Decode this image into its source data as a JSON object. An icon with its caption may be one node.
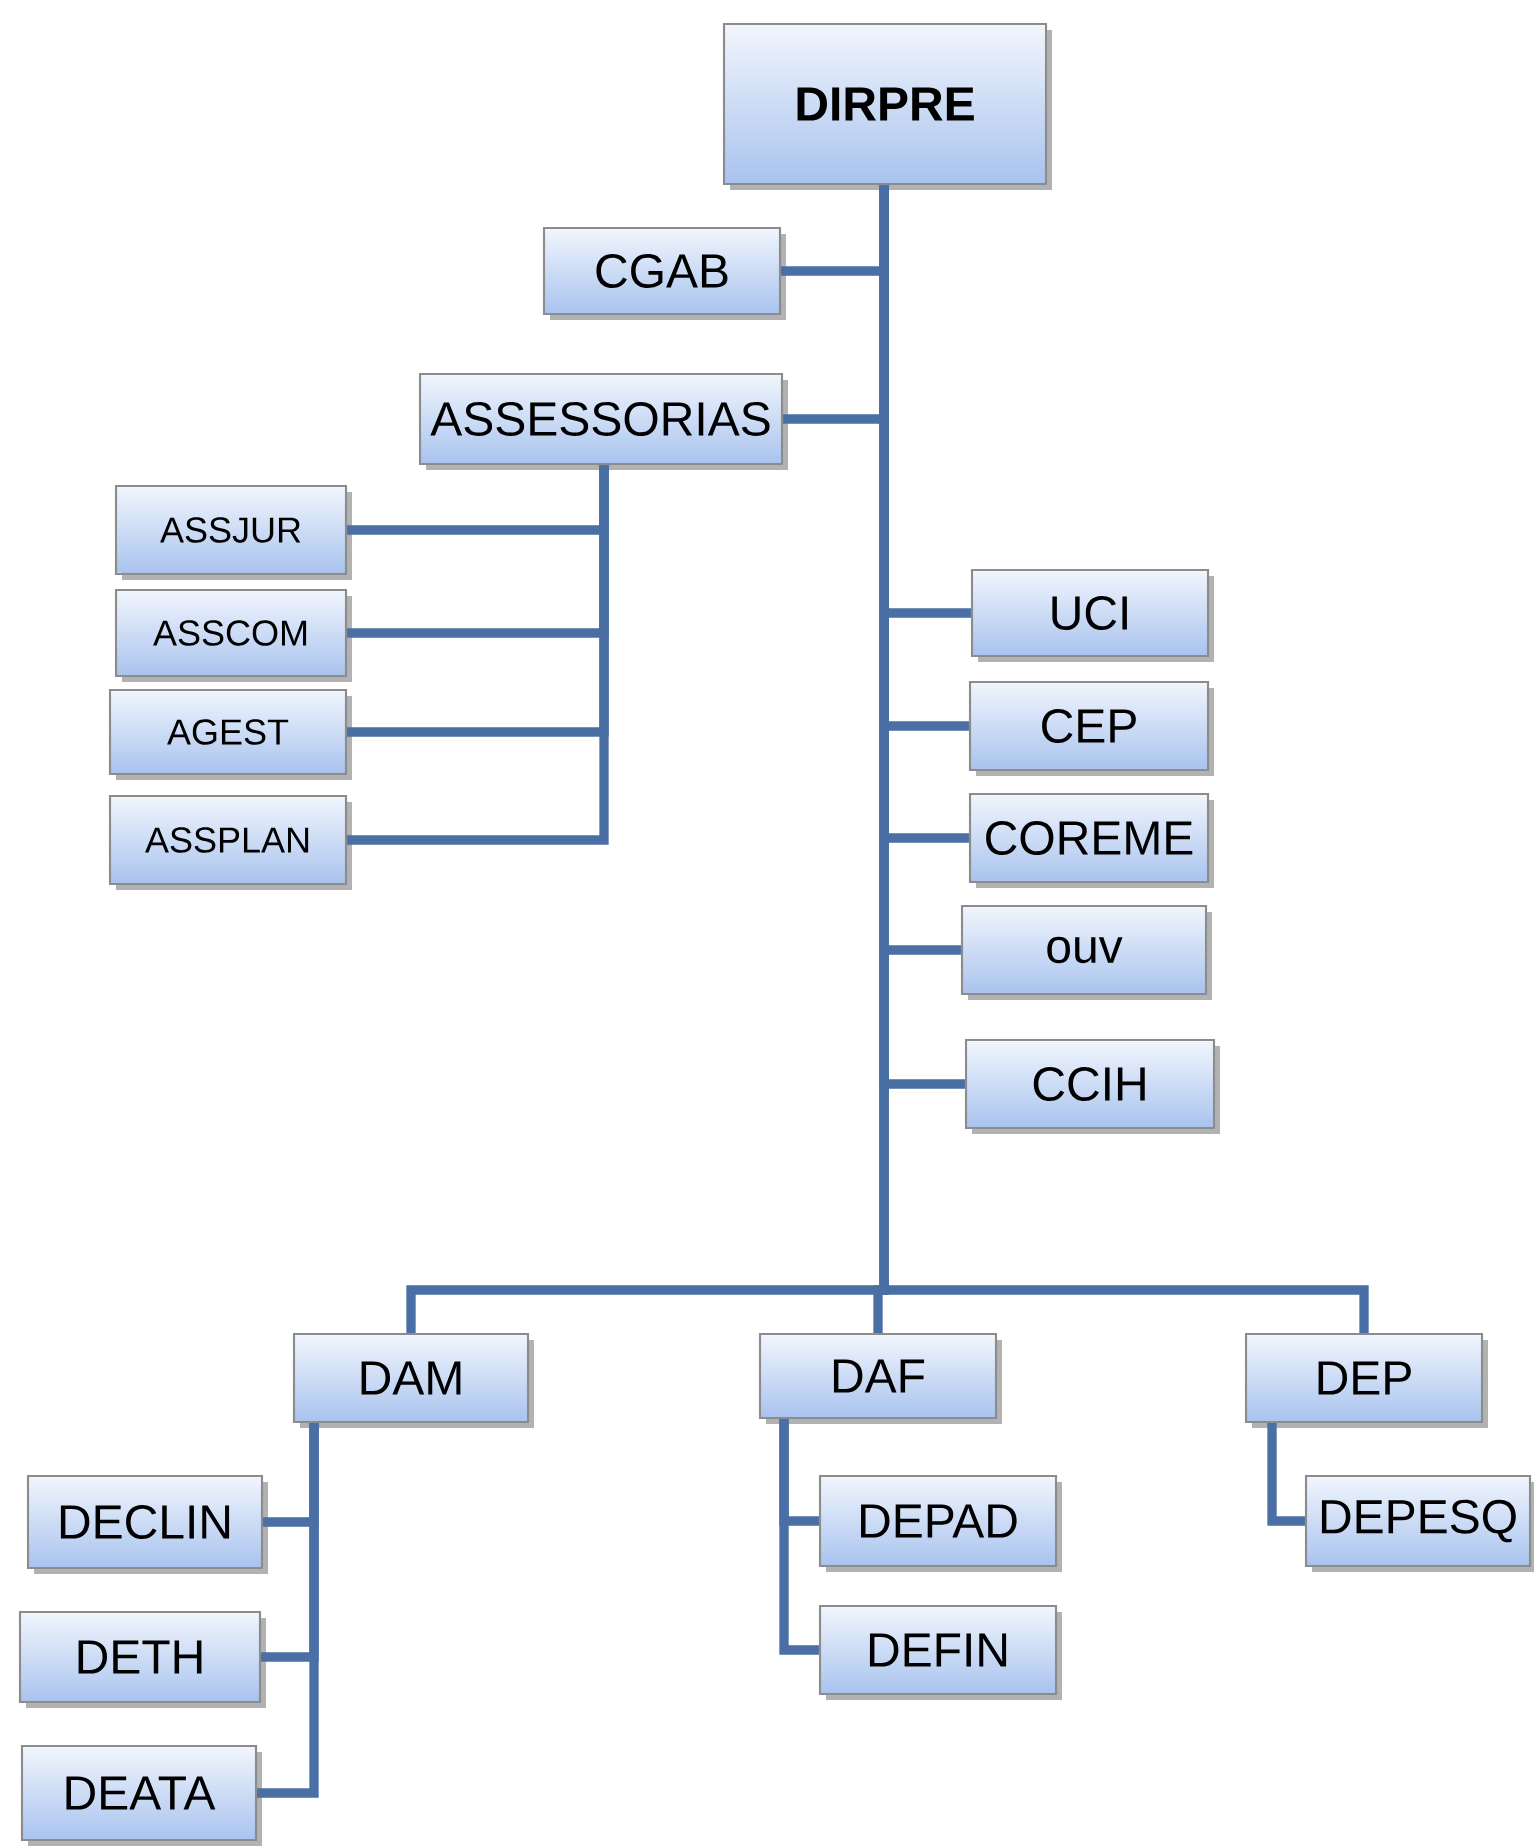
{
  "diagram": {
    "nodes": [
      {
        "text": [
          "DIRPRE"
        ]
      },
      {
        "text": [
          "CGAB"
        ]
      },
      {
        "text": [
          "ASSESSORIAS"
        ]
      },
      {
        "text": [
          "ASSJUR"
        ]
      },
      {
        "text": [
          "ASSCOM"
        ]
      },
      {
        "text": [
          "AGEST"
        ]
      },
      {
        "text": [
          "ASSPLAN"
        ]
      },
      {
        "text": [
          "UCI"
        ]
      },
      {
        "text": [
          "CEP"
        ]
      },
      {
        "text": [
          "COREME"
        ]
      },
      {
        "text": [
          "ouv"
        ]
      },
      {
        "text": [
          "CCIH"
        ]
      },
      {
        "text": [
          "DAM"
        ]
      },
      {
        "text": [
          "DAF"
        ]
      },
      {
        "text": [
          "DEP"
        ]
      },
      {
        "text": [
          "DECLIN"
        ]
      },
      {
        "text": [
          "DETH"
        ]
      },
      {
        "text": [
          "DEATA"
        ]
      },
      {
        "text": [
          "DEPAD"
        ]
      },
      {
        "text": [
          "DEFIN"
        ]
      },
      {
        "text": [
          "DEPESQ"
        ]
      }
    ],
    "edges": [
      {
        "from": 0,
        "to": 1,
        "arrow": "none"
      },
      {
        "from": 0,
        "to": 2,
        "arrow": "none"
      },
      {
        "from": 2,
        "to": 3,
        "arrow": "none"
      },
      {
        "from": 2,
        "to": 4,
        "arrow": "none"
      },
      {
        "from": 2,
        "to": 5,
        "arrow": "none"
      },
      {
        "from": 2,
        "to": 6,
        "arrow": "none"
      },
      {
        "from": 0,
        "to": 7,
        "arrow": "none"
      },
      {
        "from": 0,
        "to": 8,
        "arrow": "none"
      },
      {
        "from": 0,
        "to": 9,
        "arrow": "none"
      },
      {
        "from": 0,
        "to": 10,
        "arrow": "none"
      },
      {
        "from": 0,
        "to": 11,
        "arrow": "none"
      },
      {
        "from": 0,
        "to": 12,
        "arrow": "none"
      },
      {
        "from": 0,
        "to": 13,
        "arrow": "none"
      },
      {
        "from": 0,
        "to": 14,
        "arrow": "none"
      },
      {
        "from": 12,
        "to": 15,
        "arrow": "none"
      },
      {
        "from": 12,
        "to": 16,
        "arrow": "none"
      },
      {
        "from": 12,
        "to": 17,
        "arrow": "none"
      },
      {
        "from": 13,
        "to": 18,
        "arrow": "none"
      },
      {
        "from": 13,
        "to": 19,
        "arrow": "none"
      },
      {
        "from": 14,
        "to": 20,
        "arrow": "none"
      }
    ]
  }
}
